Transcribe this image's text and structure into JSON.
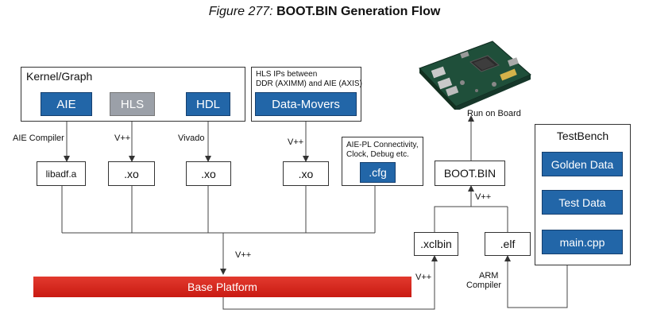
{
  "caption": {
    "number": "Figure 277:",
    "title": "BOOT.BIN Generation Flow"
  },
  "kernel_graph": {
    "title": "Kernel/Graph",
    "blocks": {
      "aie": "AIE",
      "hls": "HLS",
      "hdl": "HDL"
    }
  },
  "data_movers": {
    "note_line1": "HLS IPs between",
    "note_line2": "DDR (AXIMM) and AIE (AXIS)",
    "block": "Data-Movers"
  },
  "cfg_box": {
    "note_line1": "AIE-PL Connectivity,",
    "note_line2": "Clock, Debug etc.",
    "block": ".cfg"
  },
  "compilers": {
    "aie": "AIE Compiler",
    "hls": "V++",
    "hdl": "Vivado",
    "movers": "V++"
  },
  "outputs": {
    "libadf": "libadf.a",
    "xo_hls": ".xo",
    "xo_hdl": ".xo",
    "xo_movers": ".xo"
  },
  "link_label": "V++",
  "platform": "Base Platform",
  "xclbin": ".xclbin",
  "xclbin_label": "V++",
  "elf": ".elf",
  "arm_line1": "ARM",
  "arm_line2": "Compiler",
  "package_label": "V++",
  "boot_bin": "BOOT.BIN",
  "run_on_board": "Run on Board",
  "testbench": {
    "title": "TestBench",
    "items": [
      "Golden Data",
      "Test Data",
      "main.cpp"
    ]
  },
  "colors": {
    "block_blue": "#2266a8",
    "block_grey": "#9ba0a8",
    "platform_red": "#d9271d"
  }
}
